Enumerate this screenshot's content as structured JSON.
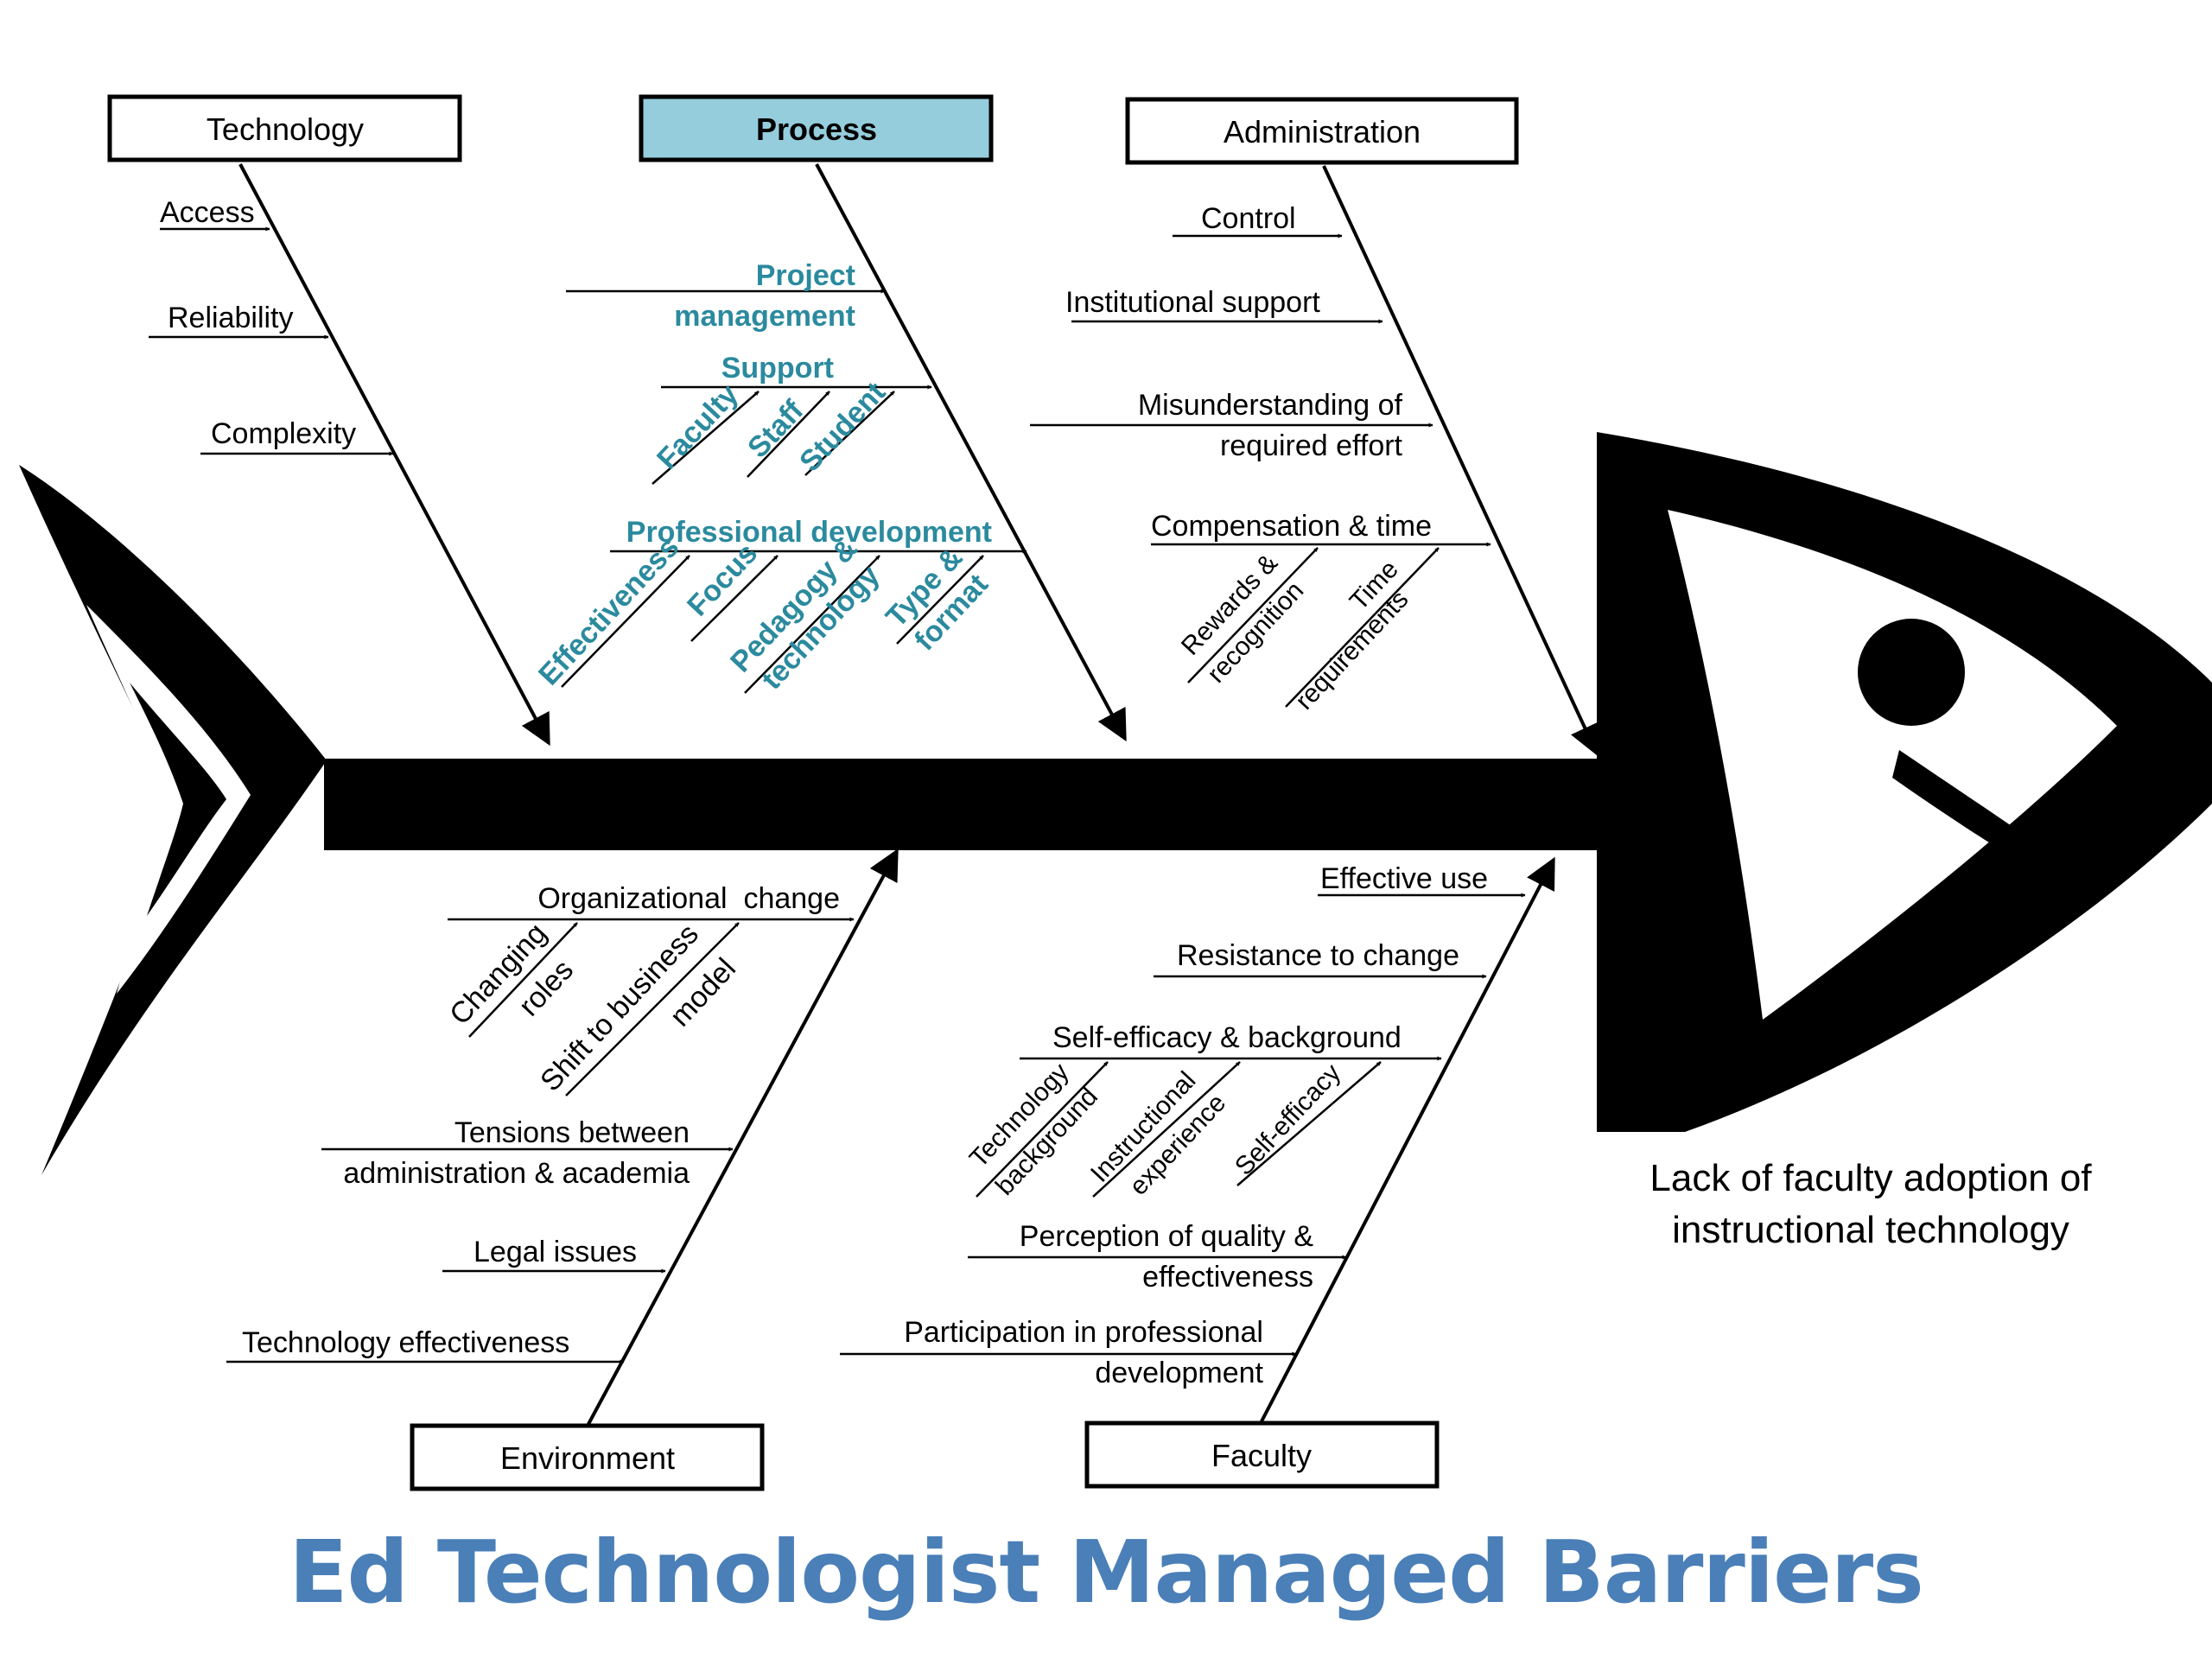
{
  "title": "Ed Technologist Managed Barriers",
  "effect": {
    "line1": "Lack of faculty adoption of",
    "line2": "instructional technology"
  },
  "categories": {
    "technology": "Technology",
    "process": "Process",
    "administration": "Administration",
    "environment": "Environment",
    "faculty": "Faculty"
  },
  "causes": {
    "technology": {
      "access": "Access",
      "reliability": "Reliability",
      "complexity": "Complexity"
    },
    "process": {
      "project_management_1": "Project",
      "project_management_2": "management",
      "support": "Support",
      "support_faculty": "Faculty",
      "support_staff": "Staff",
      "support_student": "Student",
      "professional_development": "Professional development",
      "pd_effectiveness": "Effectiveness",
      "pd_focus": "Focus",
      "pd_pedagogy_1": "Pedagogy &",
      "pd_pedagogy_2": "technology",
      "pd_type_1": "Type &",
      "pd_type_2": "format"
    },
    "administration": {
      "control": "Control",
      "institutional_support": "Institutional support",
      "misunderstanding_1": "Misunderstanding of",
      "misunderstanding_2": "required effort",
      "compensation": "Compensation & time",
      "rewards_1": "Rewards &",
      "rewards_2": "recognition",
      "time_1": "Time",
      "time_2": "requirements"
    },
    "environment": {
      "organizational_change": "Organizational  change",
      "changing_roles_1": "Changing",
      "changing_roles_2": "roles",
      "shift_1": "Shift to business",
      "shift_2": "model",
      "tensions_1": "Tensions between",
      "tensions_2": "administration & academia",
      "legal": "Legal issues",
      "tech_effectiveness": "Technology effectiveness"
    },
    "faculty": {
      "effective_use": "Effective use",
      "resistance": "Resistance to change",
      "self_efficacy": "Self-efficacy & background",
      "tech_background_1": "Technology",
      "tech_background_2": "background",
      "instr_exp_1": "Instructional",
      "instr_exp_2": "experience",
      "self_efficacy_sub": "Self-efficacy",
      "perception_1": "Perception of quality &",
      "perception_2": "effectiveness",
      "participation_1": "Participation in professional",
      "participation_2": "development"
    }
  },
  "colors": {
    "process_box_fill": "#95cddc",
    "process_text": "#2b8a9e",
    "title": "#4a7fb8",
    "fish": "#000000"
  }
}
